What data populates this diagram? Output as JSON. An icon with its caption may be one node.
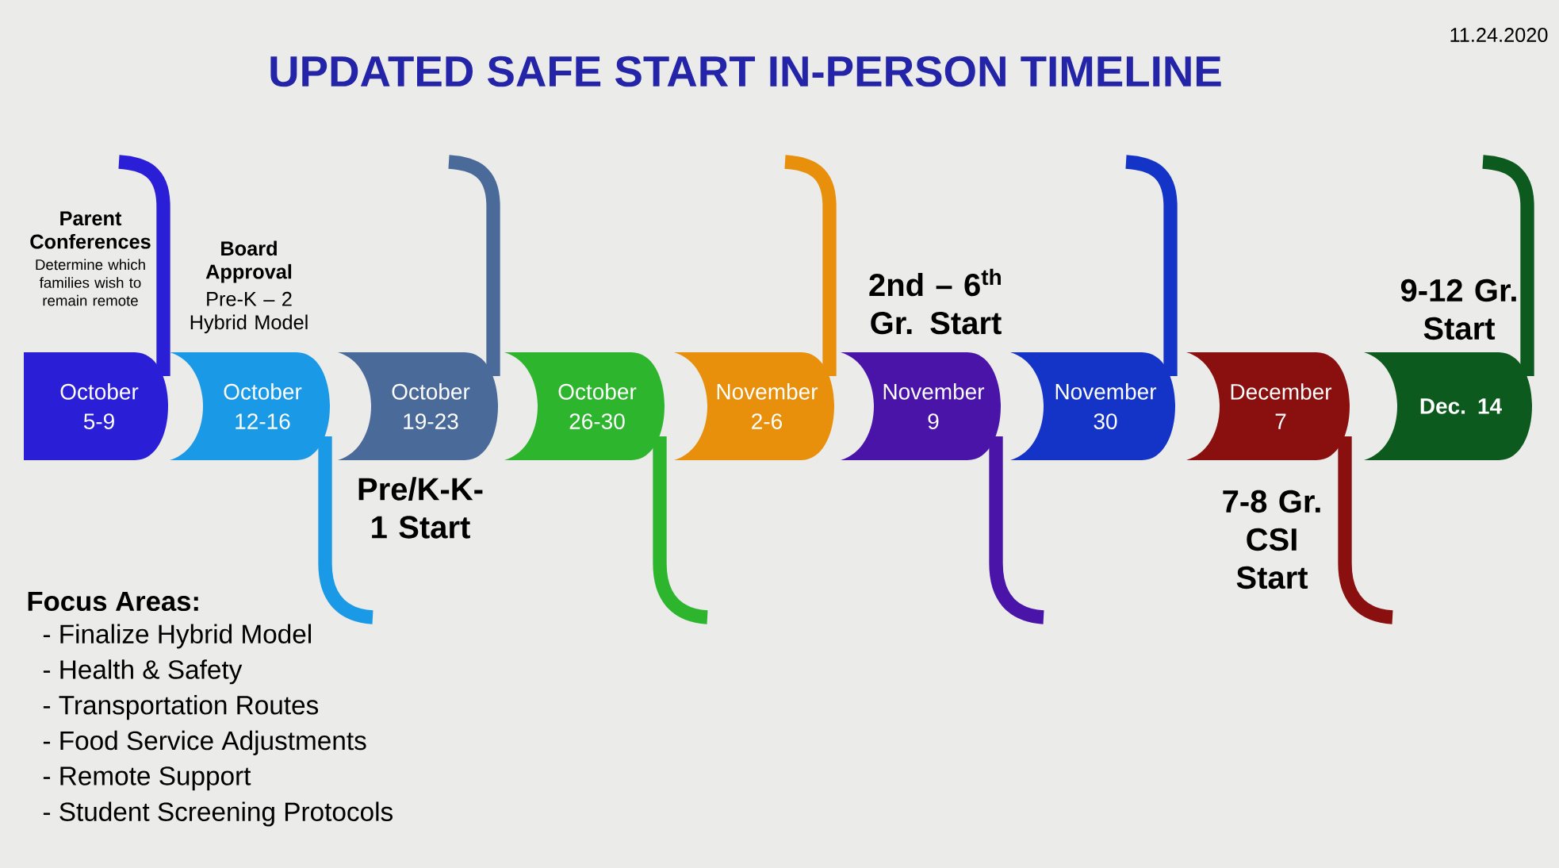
{
  "diagram": {
    "title": "UPDATED SAFE START IN-PERSON TIMELINE",
    "nodes": [
      {
        "text": [
          "October 5-9"
        ],
        "beside": [
          "Parent Conferences",
          "Determine which families wish to remain remote"
        ]
      },
      {
        "text": [
          "October 12-16"
        ],
        "beside": [
          "Board Approval",
          "Pre-K – 2 Hybrid Model"
        ]
      },
      {
        "text": [
          "October 19-23"
        ],
        "beside": [
          "Pre/K-K- 1 Start"
        ]
      },
      {
        "text": [
          "October 26-30"
        ]
      },
      {
        "text": [
          "November 2-6"
        ]
      },
      {
        "text": [
          "November 9"
        ],
        "beside": [
          "2nd – 6$^{th}$ Gr. Start"
        ]
      },
      {
        "text": [
          "November 30"
        ]
      },
      {
        "text": [
          "December 7"
        ],
        "beside": [
          "7-8 Gr. CSI Start"
        ]
      },
      {
        "text": [
          "Dec. 14"
        ],
        "beside": [
          "9-12 Gr. Start"
        ]
      }
    ],
    "labels": [
      "11.24.2020",
      "Focus Areas:",
      "- Finalize Hybrid Model",
      "- Health & Safety",
      "- Transportation Routes",
      "- Food Service Adjustments",
      "- Remote Support",
      "- Student Screening Protocols"
    ]
  }
}
